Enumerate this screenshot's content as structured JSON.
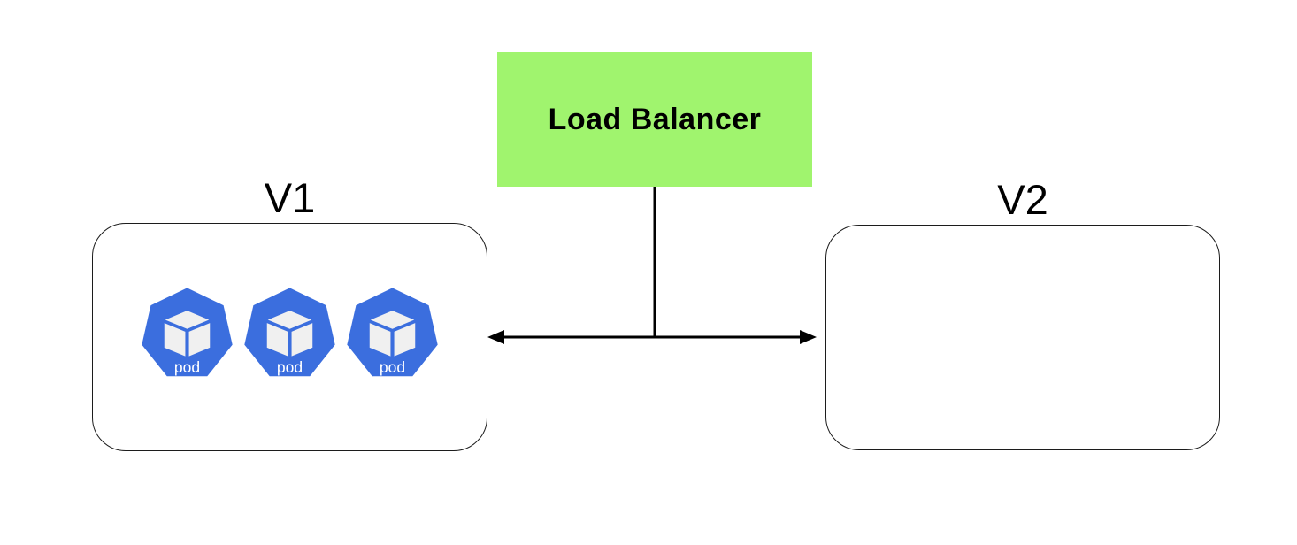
{
  "diagram": {
    "load_balancer": {
      "label": "Load Balancer",
      "fill": "#A0F46E"
    },
    "groups": [
      {
        "id": "v1",
        "label": "V1",
        "pods": [
          {
            "label": "pod"
          },
          {
            "label": "pod"
          },
          {
            "label": "pod"
          }
        ]
      },
      {
        "id": "v2",
        "label": "V2",
        "pods": []
      }
    ],
    "colors": {
      "pod_blue": "#3B6EDE",
      "cube_fill": "#F0F0F0",
      "pod_text": "#FFFFFF",
      "line": "#000000",
      "box_border": "#1C1C1C"
    }
  }
}
